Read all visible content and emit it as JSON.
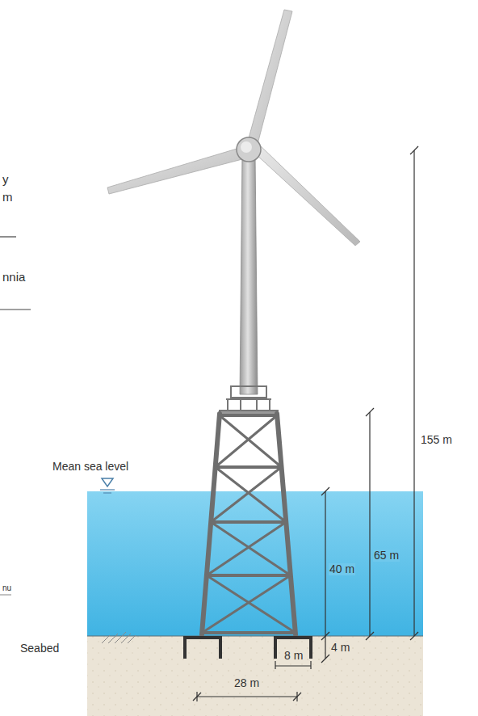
{
  "diagram": {
    "labels": [
      "y",
      "m",
      "nnia",
      "nu",
      "Mean sea level",
      "Seabed",
      "155 m",
      "65 m",
      "40 m",
      "4 m",
      "8 m",
      "28 m"
    ]
  }
}
